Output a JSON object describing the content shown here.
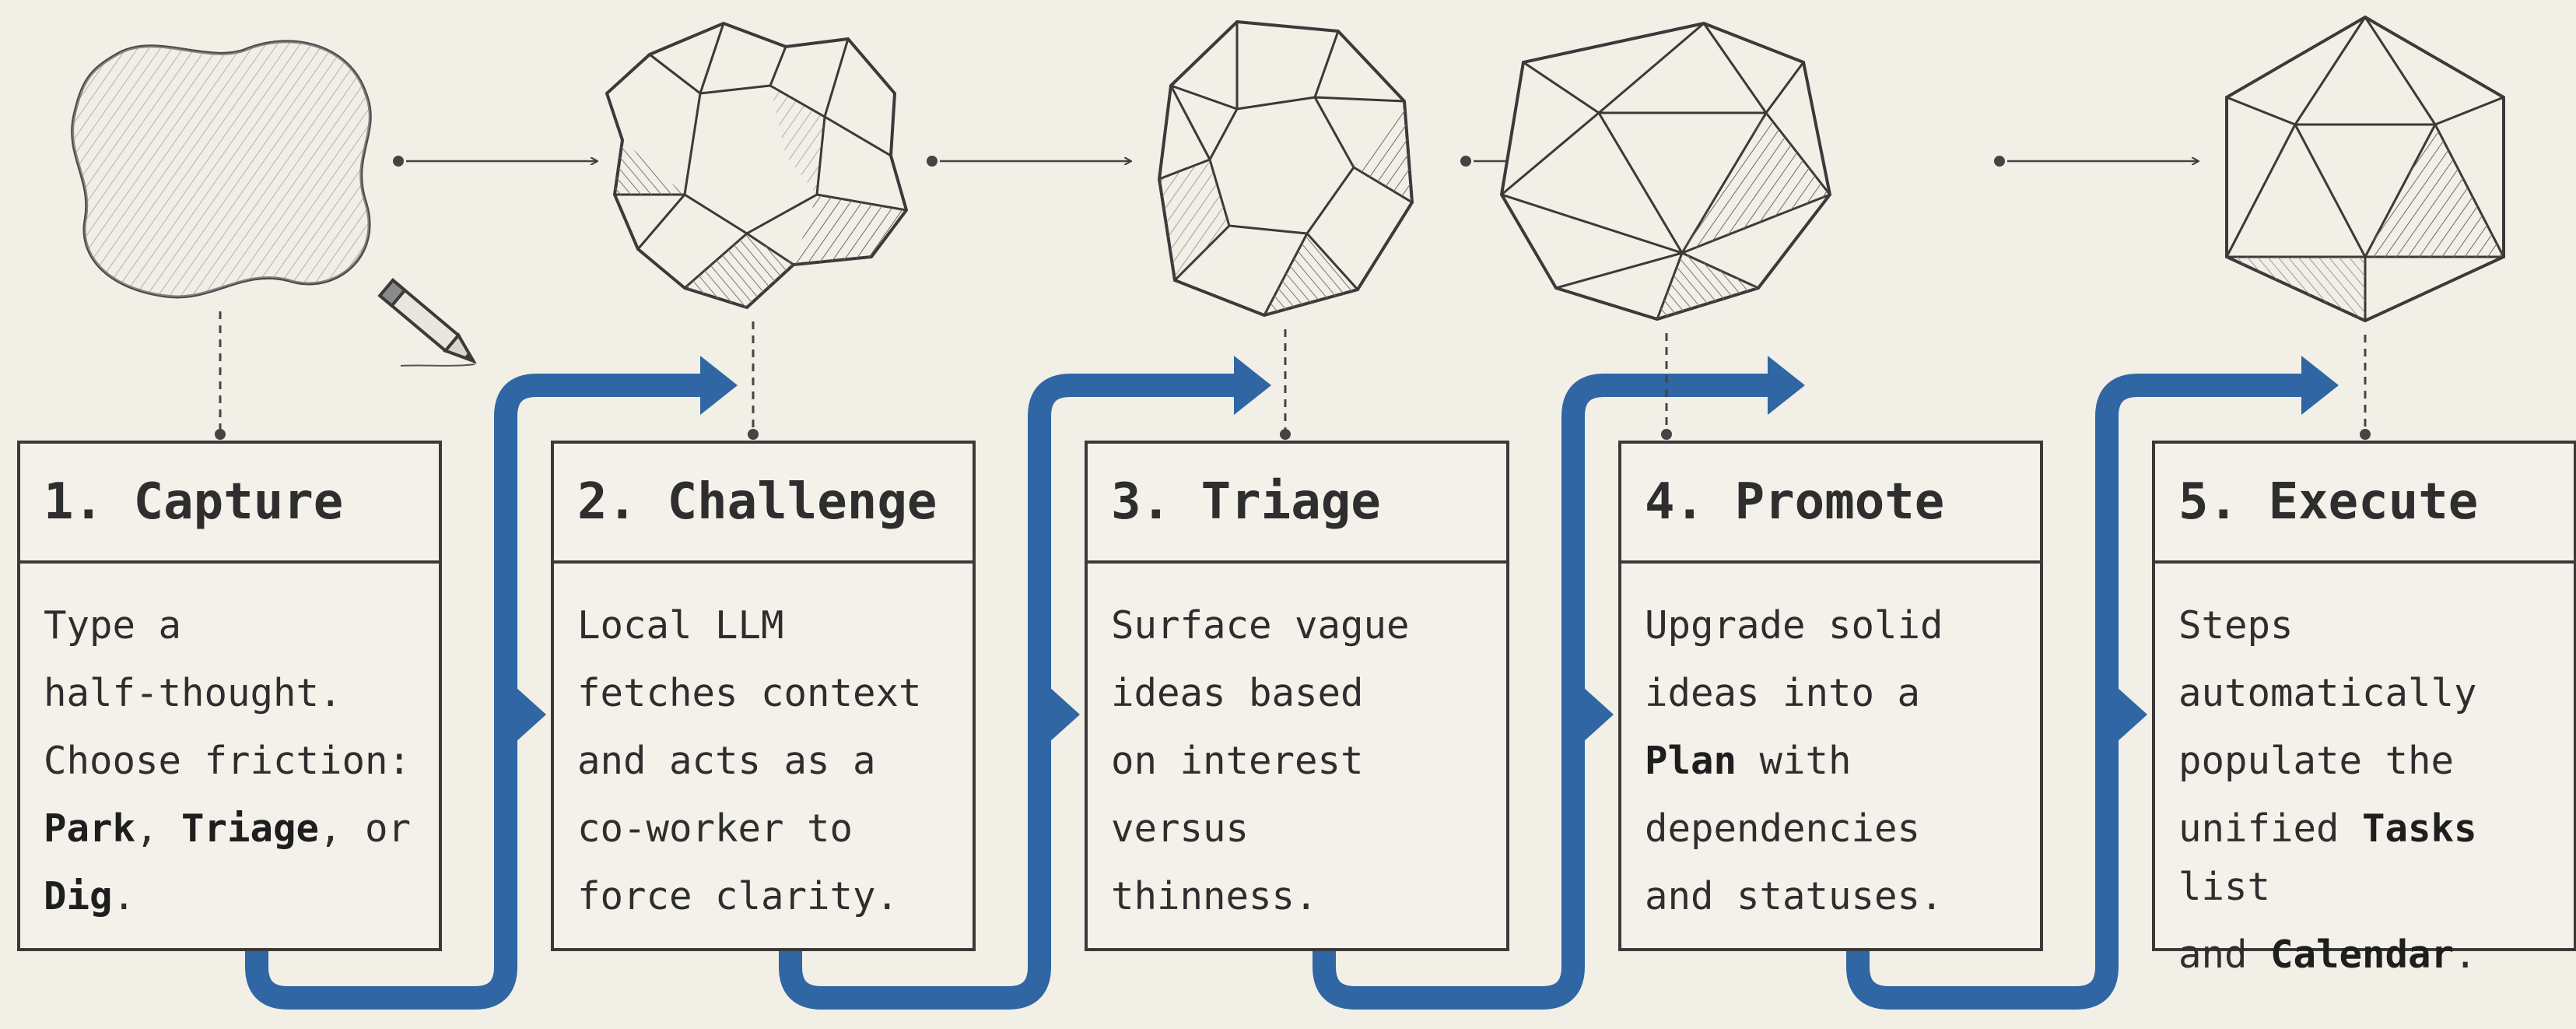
{
  "colors": {
    "background": "#f2efe7",
    "flow": "#2f66a3",
    "ink": "#3a3a3a"
  },
  "steps": [
    {
      "shape": "rough-blob",
      "title": "1. Capture",
      "lines": [
        [
          {
            "t": "Type a"
          }
        ],
        [
          {
            "t": "half-thought."
          }
        ],
        [
          {
            "t": "Choose friction:"
          }
        ],
        [
          {
            "t": "Park",
            "b": true
          },
          {
            "t": ", "
          },
          {
            "t": "Triage",
            "b": true
          },
          {
            "t": ", or"
          }
        ],
        [
          {
            "t": "Dig",
            "b": true
          },
          {
            "t": "."
          }
        ]
      ]
    },
    {
      "shape": "faceted-rock",
      "title": "2. Challenge",
      "lines": [
        [
          {
            "t": "Local LLM"
          }
        ],
        [
          {
            "t": "fetches context"
          }
        ],
        [
          {
            "t": "and acts as a"
          }
        ],
        [
          {
            "t": "co-worker to"
          }
        ],
        [
          {
            "t": "force clarity."
          }
        ]
      ]
    },
    {
      "shape": "dodecahedron",
      "title": "3. Triage",
      "lines": [
        [
          {
            "t": "Surface vague"
          }
        ],
        [
          {
            "t": "ideas based"
          }
        ],
        [
          {
            "t": "on interest"
          }
        ],
        [
          {
            "t": "versus"
          }
        ],
        [
          {
            "t": "thinness."
          }
        ]
      ]
    },
    {
      "shape": "icosahedron-rough",
      "title": "4. Promote",
      "lines": [
        [
          {
            "t": "Upgrade solid"
          }
        ],
        [
          {
            "t": "ideas into a"
          }
        ],
        [
          {
            "t": "Plan",
            "b": true
          },
          {
            "t": " with"
          }
        ],
        [
          {
            "t": "dependencies"
          }
        ],
        [
          {
            "t": "and statuses."
          }
        ]
      ]
    },
    {
      "shape": "icosahedron",
      "title": "5. Execute",
      "lines": [
        [
          {
            "t": "Steps"
          }
        ],
        [
          {
            "t": "automatically"
          }
        ],
        [
          {
            "t": "populate the"
          }
        ],
        [
          {
            "t": "unified "
          },
          {
            "t": "Tasks",
            "b": true
          },
          {
            "t": " list"
          }
        ],
        [
          {
            "t": "and "
          },
          {
            "t": "Calendar",
            "b": true
          },
          {
            "t": "."
          }
        ]
      ]
    }
  ],
  "icons": {
    "capture_tool": "pencil-icon"
  }
}
